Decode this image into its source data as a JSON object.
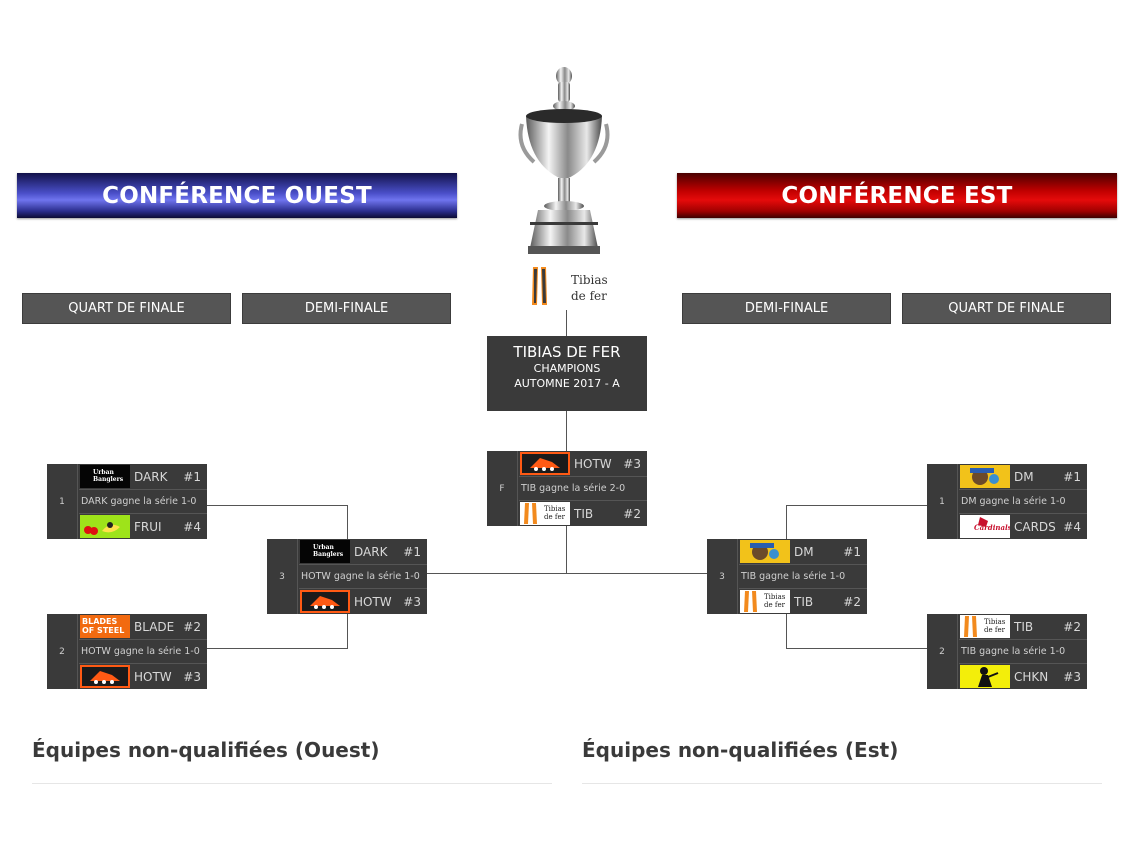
{
  "banners": {
    "west": "CONFÉRENCE OUEST",
    "east": "CONFÉRENCE EST"
  },
  "trophy_logo": {
    "text_line1": "Tibias",
    "text_line2": "de fer"
  },
  "rounds": {
    "west_quarter": "QUART DE FINALE",
    "west_semi": "DEMI-FINALE",
    "east_semi": "DEMI-FINALE",
    "east_quarter": "QUART DE FINALE"
  },
  "champion": {
    "name": "TIBIAS DE FER",
    "label": "CHAMPIONS",
    "season": "AUTOMNE 2017 - A"
  },
  "logo_text": {
    "dark": "Urban\nBanglers",
    "blade": "BLADES\nOF STEEL",
    "tib": "Tibias\nde fer",
    "cards": "Cardinals"
  },
  "matches": {
    "wq1": {
      "seed": "1",
      "top": {
        "abbr": "DARK",
        "rank": "#1"
      },
      "result": "DARK gagne la série 1-0",
      "bottom": {
        "abbr": "FRUI",
        "rank": "#4"
      }
    },
    "wq2": {
      "seed": "2",
      "top": {
        "abbr": "BLADE",
        "rank": "#2"
      },
      "result": "HOTW gagne la série 1-0",
      "bottom": {
        "abbr": "HOTW",
        "rank": "#3"
      }
    },
    "ws": {
      "seed": "3",
      "top": {
        "abbr": "DARK",
        "rank": "#1"
      },
      "result": "HOTW gagne la série 1-0",
      "bottom": {
        "abbr": "HOTW",
        "rank": "#3"
      }
    },
    "final": {
      "seed": "F",
      "top": {
        "abbr": "HOTW",
        "rank": "#3"
      },
      "result": "TIB gagne la série 2-0",
      "bottom": {
        "abbr": "TIB",
        "rank": "#2"
      }
    },
    "es": {
      "seed": "3",
      "top": {
        "abbr": "DM",
        "rank": "#1"
      },
      "result": "TIB gagne la série 1-0",
      "bottom": {
        "abbr": "TIB",
        "rank": "#2"
      }
    },
    "eq1": {
      "seed": "1",
      "top": {
        "abbr": "DM",
        "rank": "#1"
      },
      "result": "DM gagne la série 1-0",
      "bottom": {
        "abbr": "CARDS",
        "rank": "#4"
      }
    },
    "eq2": {
      "seed": "2",
      "top": {
        "abbr": "TIB",
        "rank": "#2"
      },
      "result": "TIB gagne la série 1-0",
      "bottom": {
        "abbr": "CHKN",
        "rank": "#3"
      }
    }
  },
  "non_qualified": {
    "west": "Équipes non-qualifiées (Ouest)",
    "east": "Équipes non-qualifiées (Est)"
  },
  "colors": {
    "west_banner": "#4a4fc9",
    "east_banner": "#e50b0b",
    "round_header": "#555555",
    "match_box": "#3a3a3a",
    "hotw_accent": "#ff5a14"
  }
}
